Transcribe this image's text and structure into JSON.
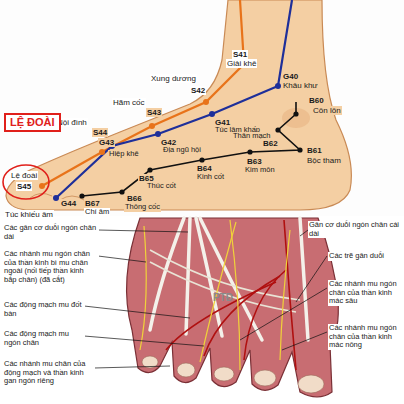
{
  "diagram": {
    "nodes": [
      {
        "text": [
          "LỆ ĐOÀI"
        ]
      }
    ],
    "labels": [
      "S41",
      "Giải khê",
      "G40",
      "Khâu khư",
      "Xung dương",
      "S42",
      "Hãm cốc",
      "S43",
      "Nội đình",
      "S44",
      "G41",
      "Túc lâm khấp",
      "B60",
      "Côn lôn",
      "Thân mạch",
      "B62",
      "B61",
      "Bộc tham",
      "Lệ đoài",
      "S45",
      "G43",
      "Hiệp khê",
      "G42",
      "Địa ngũ hội",
      "B63",
      "Kim môn",
      "B64",
      "Kinh cốt",
      "B65",
      "Thúc cốt",
      "G44",
      "Túc khiếu âm",
      "B67",
      "Chí âm",
      "B66",
      "Thông cốc",
      "Gân cơ duỗi ngón chân cái dài",
      "Các gân cơ duỗi ngón chân dài",
      "Các nhánh mu ngón chân của thần kinh bì mu chân ngoài (nối tiếp thần kinh bắp chân) (đã cắt)",
      "Các trẽ gân duỗi",
      "Các nhánh mu ngón chân của thần kinh mác sâu",
      "Các động mạch mu đốt bàn",
      "Các động mạch mu ngón chân",
      "Các nhánh mu ngón chân của thần kinh mác nông",
      "Các nhánh mu chân của động mạch và thần kinh gan ngón riêng",
      "PTĐ"
    ]
  }
}
